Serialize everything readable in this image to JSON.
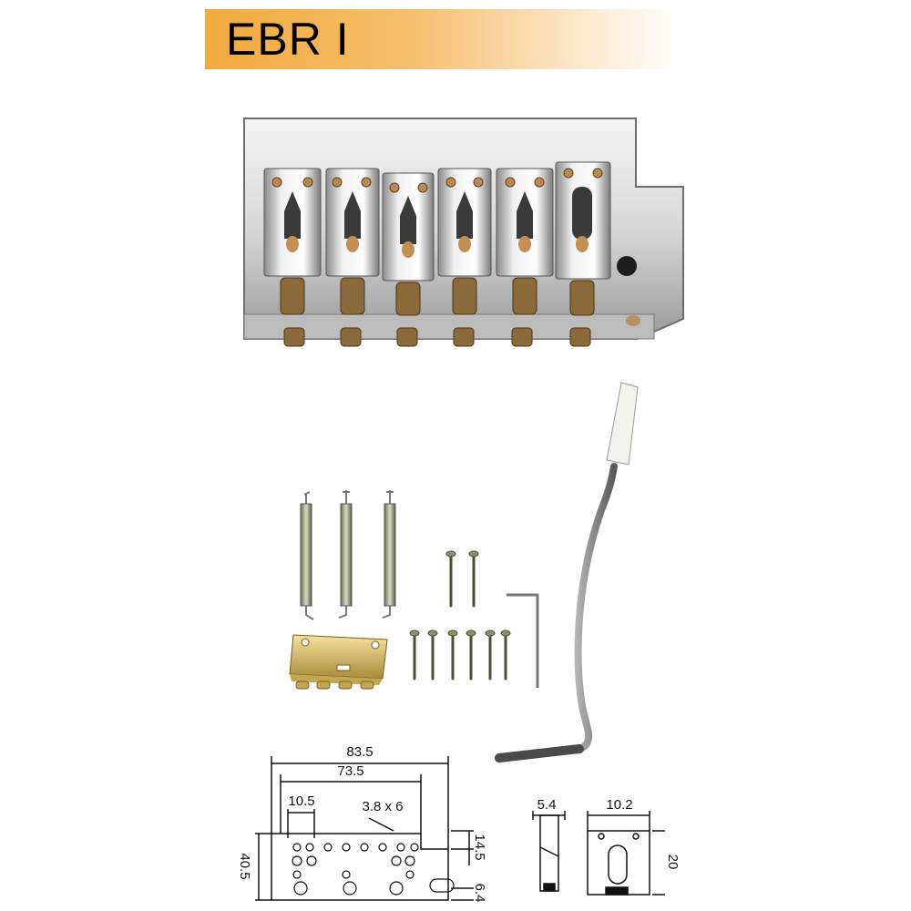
{
  "header": {
    "title": "EBR I",
    "accent_color": "#f2a93c"
  },
  "diagram": {
    "top_view": {
      "overall_width": "83.5",
      "stud_spacing": "73.5",
      "hole_spacing": "10.5",
      "hole_size": "3.8 x 6",
      "plate_depth": "40.5",
      "front_offset": "14.5",
      "back_offset": "6.4"
    },
    "saddle_side": {
      "width": "5.4"
    },
    "saddle_front": {
      "width": "10.2",
      "height": "20"
    }
  },
  "icons": {
    "bridge": "tremolo-bridge-icon",
    "springs": "tremolo-springs-icon",
    "claw": "spring-claw-icon",
    "screws": "screws-icon",
    "allen_key": "allen-key-icon",
    "arm": "tremolo-arm-icon"
  }
}
